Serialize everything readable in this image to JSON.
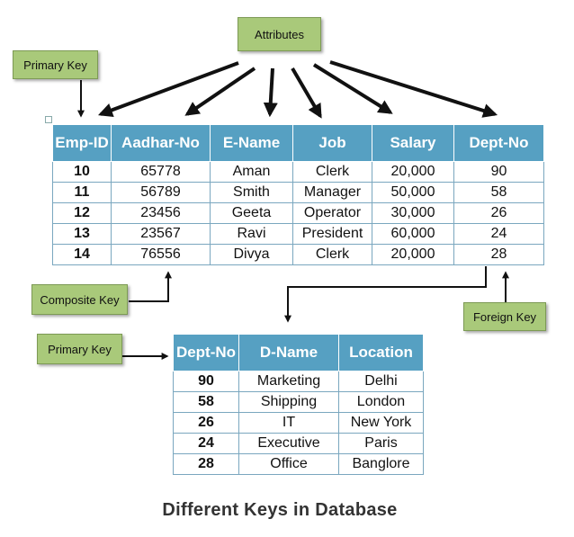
{
  "labels": {
    "attributes": "Attributes",
    "primary_key_top": "Primary Key",
    "composite_key": "Composite Key",
    "foreign_key": "Foreign Key",
    "primary_key_bottom": "Primary Key"
  },
  "employee_table": {
    "headers": [
      "Emp-ID",
      "Aadhar-No",
      "E-Name",
      "Job",
      "Salary",
      "Dept-No"
    ],
    "rows": [
      [
        "10",
        "65778",
        "Aman",
        "Clerk",
        "20,000",
        "90"
      ],
      [
        "11",
        "56789",
        "Smith",
        "Manager",
        "50,000",
        "58"
      ],
      [
        "12",
        "23456",
        "Geeta",
        "Operator",
        "30,000",
        "26"
      ],
      [
        "13",
        "23567",
        "Ravi",
        "President",
        "60,000",
        "24"
      ],
      [
        "14",
        "76556",
        "Divya",
        "Clerk",
        "20,000",
        "28"
      ]
    ]
  },
  "department_table": {
    "headers": [
      "Dept-No",
      "D-Name",
      "Location"
    ],
    "rows": [
      [
        "90",
        "Marketing",
        "Delhi"
      ],
      [
        "58",
        "Shipping",
        "London"
      ],
      [
        "26",
        "IT",
        "New York"
      ],
      [
        "24",
        "Executive",
        "Paris"
      ],
      [
        "28",
        "Office",
        "Banglore"
      ]
    ]
  },
  "caption": "Different Keys in Database",
  "colors": {
    "label_fill": "#a9c97a",
    "header_fill": "#56a0c2",
    "arrow": "#111111"
  }
}
